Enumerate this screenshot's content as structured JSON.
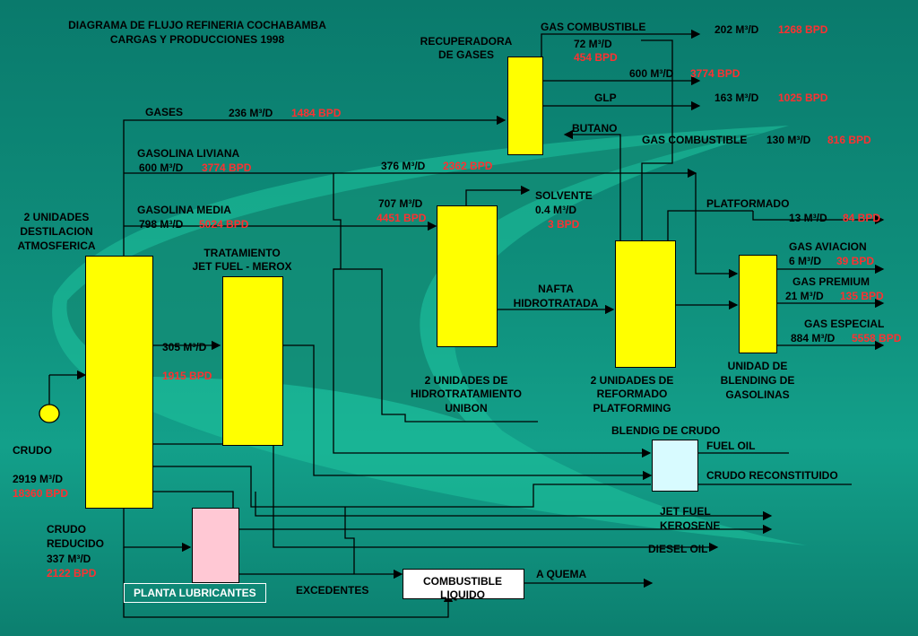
{
  "title": {
    "line1": "DIAGRAMA DE FLUJO REFINERIA COCHABAMBA",
    "line2": "CARGAS Y PRODUCCIONES 1998"
  },
  "units": {
    "atm": {
      "l1": "2 UNIDADES",
      "l2": "DESTILACION",
      "l3": "ATMOSFERICA"
    },
    "jet": {
      "l1": "TRATAMIENTO",
      "l2": "JET FUEL - MEROX"
    },
    "hidro": {
      "l1": "2 UNIDADES DE",
      "l2": "HIDROTRATAMIENTO",
      "l3": "UNIBON"
    },
    "reform": {
      "l1": "2 UNIDADES DE",
      "l2": "REFORMADO",
      "l3": "PLATFORMING"
    },
    "blend": {
      "l1": "UNIDAD DE",
      "l2": "BLENDING DE",
      "l3": "GASOLINAS"
    },
    "recup": {
      "l1": "RECUPERADORA",
      "l2": "DE GASES"
    },
    "blendcrudo": "BLENDIG DE CRUDO",
    "lubricantes": "PLANTA LUBRICANTES",
    "combustible": {
      "l1": "COMBUSTIBLE",
      "l2": "LIQUIDO"
    }
  },
  "streams": {
    "gases": {
      "name": "GASES",
      "m3": "236 M³/D",
      "bpd": "1484 BPD"
    },
    "gas_liviana": {
      "name": "GASOLINA LIVIANA",
      "m3": "600 M³/D",
      "bpd": "3774 BPD"
    },
    "gas_media": {
      "name": "GASOLINA MEDIA",
      "m3": "798 M³/D",
      "bpd": "5024 BPD"
    },
    "s376": {
      "m3": "376 M³/D",
      "bpd": "2362 BPD"
    },
    "s707": {
      "m3": "707 M³/D",
      "bpd": "4451 BPD"
    },
    "jet_feed": {
      "m3": "305 M³/D",
      "bpd": "1915 BPD"
    },
    "solvente": {
      "name": "SOLVENTE",
      "m3": "0.4 M³/D",
      "bpd": "3 BPD"
    },
    "nafta": {
      "l1": "NAFTA",
      "l2": "HIDROTRATADA"
    },
    "gas_comb_top": {
      "name": "GAS COMBUSTIBLE",
      "m3": "72 M³/D",
      "bpd": "454 BPD"
    },
    "gas_comb_out": {
      "m3": "202 M³/D",
      "bpd": "1268 BPD"
    },
    "s600": {
      "m3": "600 M³/D",
      "bpd": "3774 BPD"
    },
    "glp": {
      "name": "GLP",
      "m3": "163 M³/D",
      "bpd": "1025 BPD"
    },
    "butano": {
      "name": "BUTANO"
    },
    "gas_comb2": {
      "name": "GAS COMBUSTIBLE",
      "m3": "130 M³/D",
      "bpd": "816 BPD"
    },
    "platformado": {
      "name": "PLATFORMADO",
      "m3": "13 M³/D",
      "bpd": "84 BPD"
    },
    "gas_aviacion": {
      "name": "GAS AVIACION",
      "m3": "6 M³/D",
      "bpd": "39 BPD"
    },
    "gas_premium": {
      "name": "GAS PREMIUM",
      "m3": "21 M³/D",
      "bpd": "135 BPD"
    },
    "gas_especial": {
      "name": "GAS ESPECIAL",
      "m3": "884 M³/D",
      "bpd": "5558 BPD"
    },
    "crudo": {
      "name": "CRUDO",
      "m3": "2919 M³/D",
      "bpd": "18360 BPD"
    },
    "crudo_red": {
      "l1": "CRUDO",
      "l2": "REDUCIDO",
      "m3": "337 M³/D",
      "bpd": "2122 BPD"
    },
    "fuel_oil": "FUEL OIL",
    "crudo_recon": "CRUDO  RECONSTITUIDO",
    "jet_fuel": "JET FUEL",
    "kerosene": "KEROSENE",
    "diesel": "DIESEL OIL",
    "excedentes": "EXCEDENTES",
    "a_quema": "A QUEMA"
  },
  "colors": {
    "unit": "#ffff00",
    "lube": "#ffc8d4",
    "blend_crudo": "#d8fbff",
    "bpd": "#ff3030",
    "background": "#0f8f7c"
  }
}
